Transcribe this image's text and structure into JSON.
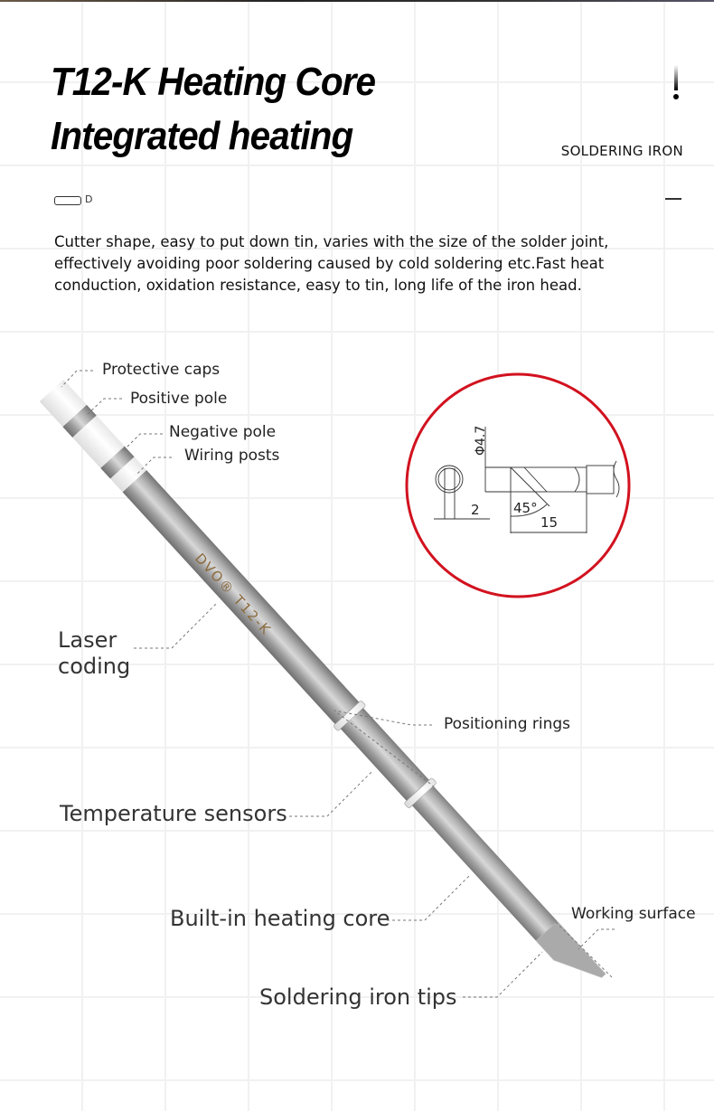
{
  "header": {
    "title_line1": "T12-K Heating Core",
    "title_line2": "Integrated heating",
    "subtitle": "SOLDERING IRON",
    "pill_letter": "D"
  },
  "description": "Cutter shape, easy to put down tin, varies with the size of the solder joint, effectively avoiding poor soldering caused by cold soldering etc.Fast heat conduction, oxidation resistance, easy to tin, long life of the iron head.",
  "labels": {
    "protective_caps": "Protective caps",
    "positive_pole": "Positive pole",
    "negative_pole": "Negative pole",
    "wiring_posts": "Wiring posts",
    "laser_coding_1": "Laser",
    "laser_coding_2": "coding",
    "positioning_rings": "Positioning rings",
    "temperature_sensors": "Temperature sensors",
    "heating_core": "Built-in heating core",
    "working_surface": "Working surface",
    "tips": "Soldering iron tips"
  },
  "iron_marking": "DVO® T12-K",
  "diagram": {
    "diameter": "Φ4.7",
    "width": "2",
    "angle": "45°",
    "length": "15"
  },
  "colors": {
    "accent_red": "#d2121f",
    "marking": "#8a6a3c"
  }
}
